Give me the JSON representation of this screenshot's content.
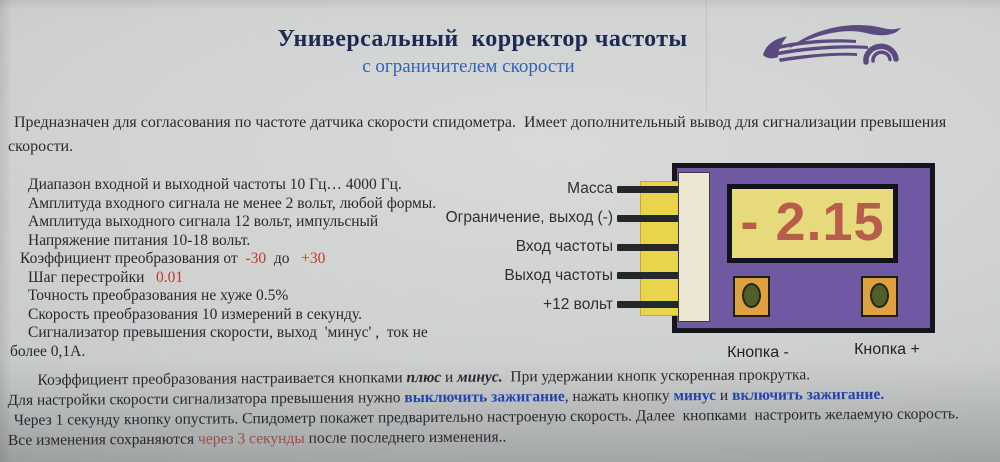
{
  "header": {
    "title": "Универсальный  корректор частоты",
    "subtitle": "с ограничителем скорости",
    "logo_icon": "car-silhouette-icon",
    "title_color": "#1d2a52",
    "subtitle_color": "#2f62c0",
    "logo_color": "#5b4a80"
  },
  "intro": {
    "line1": "Предназначен для согласования по частоте датчика скорости спидометра.  Имеет дополнительный вывод для сигнализации превышения",
    "line2": "скорости."
  },
  "specs": {
    "line1": "Диапазон входной и выходной частоты 10 Гц… 4000 Гц.",
    "line2": "Амплитуда входного сигнала не менее 2 вольт, любой формы.",
    "line3": "Амплитуда выходного сигнала 12 вольт, импульсный",
    "line4": "Напряжение питания 10-18 вольт.",
    "line5_pre": "Коэффициент преобразования от  ",
    "line5_min": "-30",
    "line5_mid": "  до   ",
    "line5_max": "+30",
    "line6_pre": "Шаг перестройки   ",
    "line6_val": "0.01",
    "line7": "Точность преобразования не хуже 0.5%",
    "line8": "Скорость преобразования 10 измерений в секунду.",
    "line9": "Сигнализатор превышения скорости, выход  'минус' ,  ток не",
    "line10": "более 0,1А.",
    "accent_color": "#c23b2a"
  },
  "device": {
    "pin_labels": [
      "Масса",
      "Ограничение, выход (-)",
      "Вход частоты",
      "Выход частоты",
      "+12 вольт"
    ],
    "display_value": "- 2.15",
    "button_minus_label": "Кнопка -",
    "button_plus_label": "Кнопка +",
    "colors": {
      "body": "#7158a2",
      "border": "#15151c",
      "connector": "#e9d44b",
      "strip": "#ece7d2",
      "display_bg": "#e7da7d",
      "digits": "#b85c4c",
      "button_bg": "#dda23e",
      "button_dot": "#515e2a"
    }
  },
  "footer": {
    "l1_s1": "Коэффициент преобразования настраивается кнопками ",
    "l1_plus": "плюс",
    "l1_s2": " и ",
    "l1_minus": "минус.",
    "l1_s3": "  При удержании кнопк ускоренная прокрутка.",
    "l2_s1": "Для настройки скорости сигнализатора превышения нужно ",
    "l2_b1": "выключить зажигание",
    "l2_s2": ", нажать кнопку ",
    "l2_b2": "минус",
    "l2_s3": " и ",
    "l2_b3": "включить зажигание.",
    "l3": "Через 1 секунду кнопку опустить. Спидометр покажет предварительно настроеную скорость. Далее  кнопками  настроить желаемую скорость.",
    "l4_s1": "Все изменения сохраняются ",
    "l4_red": "через 3 секунды",
    "l4_s2": " после последнего изменения..",
    "blue_color": "#2443ad",
    "red_color": "#a04a48"
  }
}
